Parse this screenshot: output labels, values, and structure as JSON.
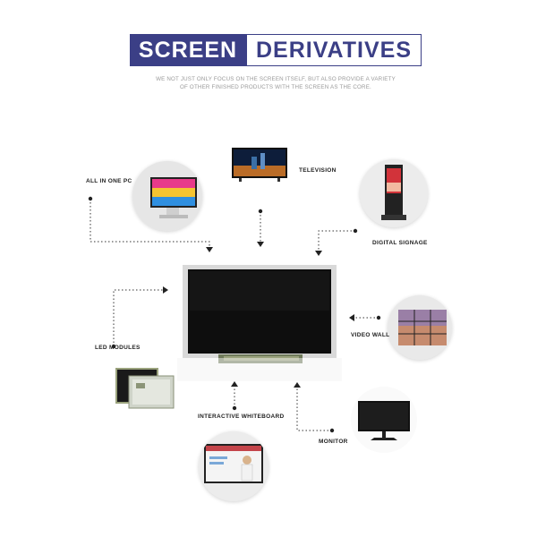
{
  "title": {
    "left": "SCREEN",
    "right": "DERIVATIVES"
  },
  "subtitle": {
    "line1": "WE NOT JUST ONLY FOCUS ON THE SCREEN ITSELF, BUT ALSO PROVIDE A VARIETY",
    "line2": "OF OTHER FINISHED PRODUCTS WITH THE  SCREEN AS THE CORE."
  },
  "labels": {
    "all_in_one_pc": "ALL IN ONE PC",
    "television": "TELEVISION",
    "digital_signage": "DIGITAL SIGNAGE",
    "led_modules": "LED MODULES",
    "video_wall": "VIDEO WALL",
    "interactive_whiteboard": "INTERACTIVE WHITEBOARD",
    "monitor": "MONITOR"
  },
  "colors": {
    "brand": "#3b3f86",
    "line": "#333333",
    "panel": "#111111"
  }
}
